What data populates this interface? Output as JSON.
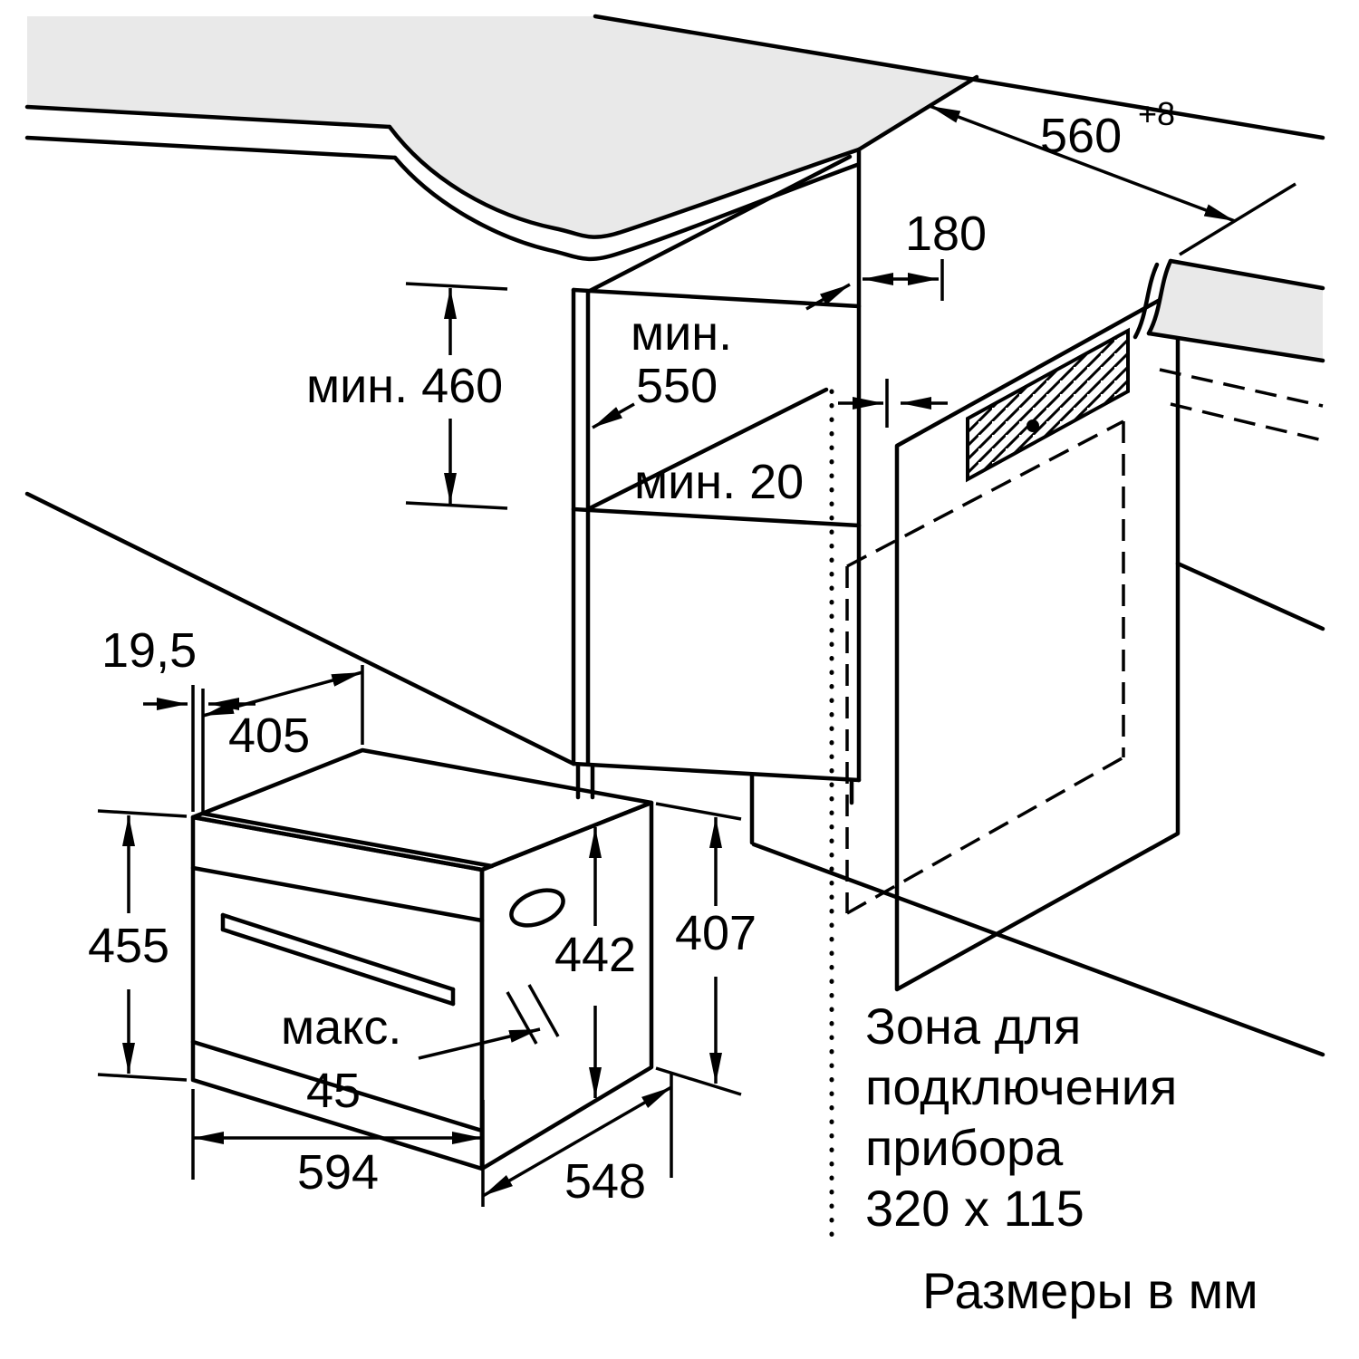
{
  "colors": {
    "surface": "#e9e9e9",
    "line": "#000000",
    "background": "#ffffff"
  },
  "dims": {
    "min_height": "мин. 460",
    "min_prefix_depth": "мин.",
    "niche_depth": "550",
    "connection_offset": "180",
    "niche_width": "560",
    "niche_width_tolerance": "+8",
    "min_gap": "мин. 20",
    "top_setback": "19,5",
    "top_depth": "405",
    "front_height": "455",
    "body_height": "442",
    "rear_height": "407",
    "max_prefix": "макс.",
    "handle_protrusion": "45",
    "front_width": "594",
    "body_depth": "548"
  },
  "zone": {
    "lines": [
      "Зона для",
      "подключения",
      "прибора",
      "320 x 115"
    ]
  },
  "footer": {
    "units_note": "Размеры в мм"
  }
}
